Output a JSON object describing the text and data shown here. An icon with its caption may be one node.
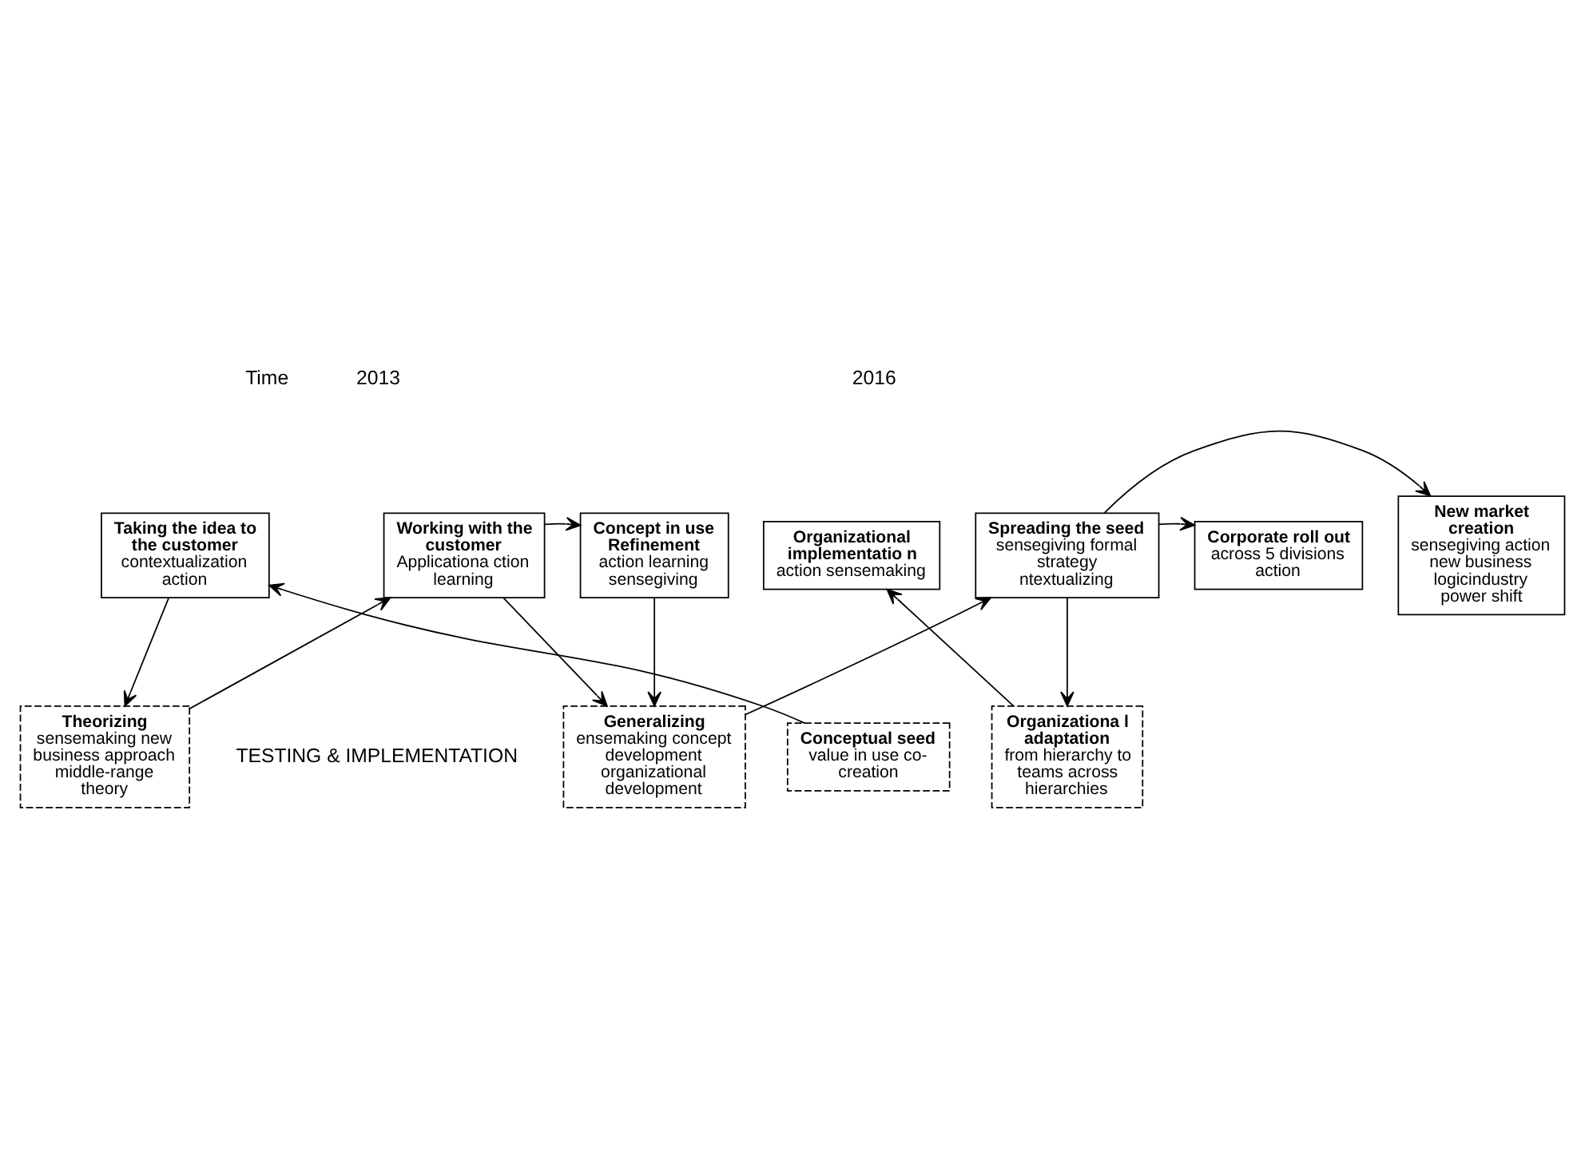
{
  "diagram": {
    "nodes": [
      {
        "text": [
          "Taking the idea to the customer",
          "contextualization action"
        ]
      },
      {
        "text": [
          "Working with the customer",
          "Applicationa ction learning"
        ]
      },
      {
        "text": [
          "Concept in use Refinement",
          "action learning sensegiving"
        ]
      },
      {
        "text": [
          "New market creation",
          "sensegiving action new business logicindustry power shift"
        ]
      },
      {
        "text": [
          "Corporate roll out",
          "across 5 divisions action"
        ]
      },
      {
        "text": [
          "Spreading the seed",
          "sensegiving formal strategy ntextualizing"
        ]
      },
      {
        "text": [
          "Organizational implementatio n",
          "action sensemaking"
        ]
      },
      {
        "text": [
          "Conceptual seed",
          "value in use co-creation"
        ]
      },
      {
        "text": [
          "Theorizing",
          "sensemaking new business approach middle-range theory"
        ]
      },
      {
        "text": [
          "Generalizing",
          "ensemaking concept development organizational development"
        ]
      },
      {
        "text": [
          "Organizationa l adaptation",
          "from hierarchy to teams across hierarchies"
        ]
      }
    ],
    "edges": [
      {
        "from": 7,
        "to": 0,
        "arrow": "to"
      },
      {
        "from": 0,
        "to": 8,
        "arrow": "to"
      },
      {
        "from": 8,
        "to": 1,
        "arrow": "to"
      },
      {
        "from": 1,
        "to": 2,
        "arrow": "to"
      },
      {
        "from": 1,
        "to": 9,
        "arrow": "to"
      },
      {
        "from": 2,
        "to": 9,
        "arrow": "to"
      },
      {
        "from": 9,
        "to": 5,
        "arrow": "to"
      },
      {
        "from": 5,
        "to": 3,
        "arrow": "to"
      },
      {
        "from": 5,
        "to": 4,
        "arrow": "to"
      },
      {
        "from": 5,
        "to": 10,
        "arrow": "to"
      },
      {
        "from": 10,
        "to": 6,
        "arrow": "to"
      }
    ],
    "labels": [
      "Time",
      "2013",
      "2016",
      "TESTING & IMPLEMENTATION"
    ]
  }
}
